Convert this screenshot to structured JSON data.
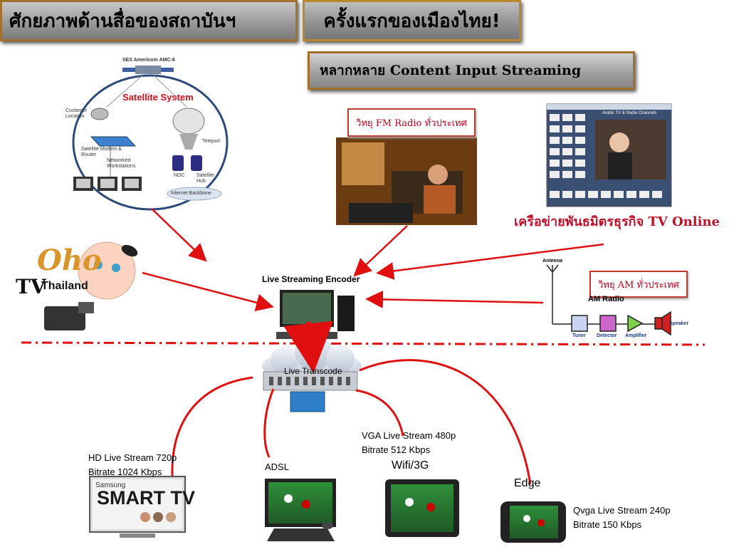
{
  "titles": {
    "main": "ศักยภาพด้านสื่อของสถาบันฯ",
    "first": "ครั้งแรกของเมืองไทย!",
    "variety": "หลากหลาย Content Input Streaming"
  },
  "satellite": {
    "label": "Satellite System",
    "sat_name": "SES Americom AMC-6",
    "customer": "Customer Location",
    "modem": "Satellite Modem & Router",
    "workstations": "Networked Workstations",
    "teleport": "Teleport",
    "noc": "NOC",
    "hub": "Satellite Hub",
    "backbone": "Internet Backbone"
  },
  "oho": {
    "brand": "Oho",
    "tv": "TV",
    "country": "Thailand"
  },
  "fm": {
    "label": "วิทยุ FM  Radio ทั่วประเทศ"
  },
  "tv_online": {
    "label": "เครือข่ายพันธมิตรธุรกิจ TV Online",
    "screen_title": "Arabic TV & Radio Channels"
  },
  "am": {
    "label": "วิทยุ AM ทั่วประเทศ",
    "am_radio": "AM Radio",
    "antenna": "Antenna",
    "tuner": "Tuner",
    "detector": "Detector",
    "amplifier": "Amplifier",
    "speaker": "Speaker"
  },
  "encoder": {
    "label": "Live Streaming Encoder"
  },
  "transcode": {
    "label": "Live Transcode"
  },
  "outputs": {
    "hd_line1": "HD Live Stream 720p",
    "hd_line2": "Bitrate 1024 Kbps",
    "smart_brand": "Samsung",
    "smart_tv": "SMART TV",
    "adsl": "ADSL",
    "vga_line1": "VGA Live Stream 480p",
    "vga_line2": "Bitrate  512 Kbps",
    "wifi": "Wifi/3G",
    "edge": "Edge",
    "qvga_line1": "Qvga Live Stream 240p",
    "qvga_line2": "Bitrate  150 Kbps"
  },
  "colors": {
    "arrow": "#e01010",
    "dash": "#e01010",
    "circle": "#2c4a7a"
  }
}
